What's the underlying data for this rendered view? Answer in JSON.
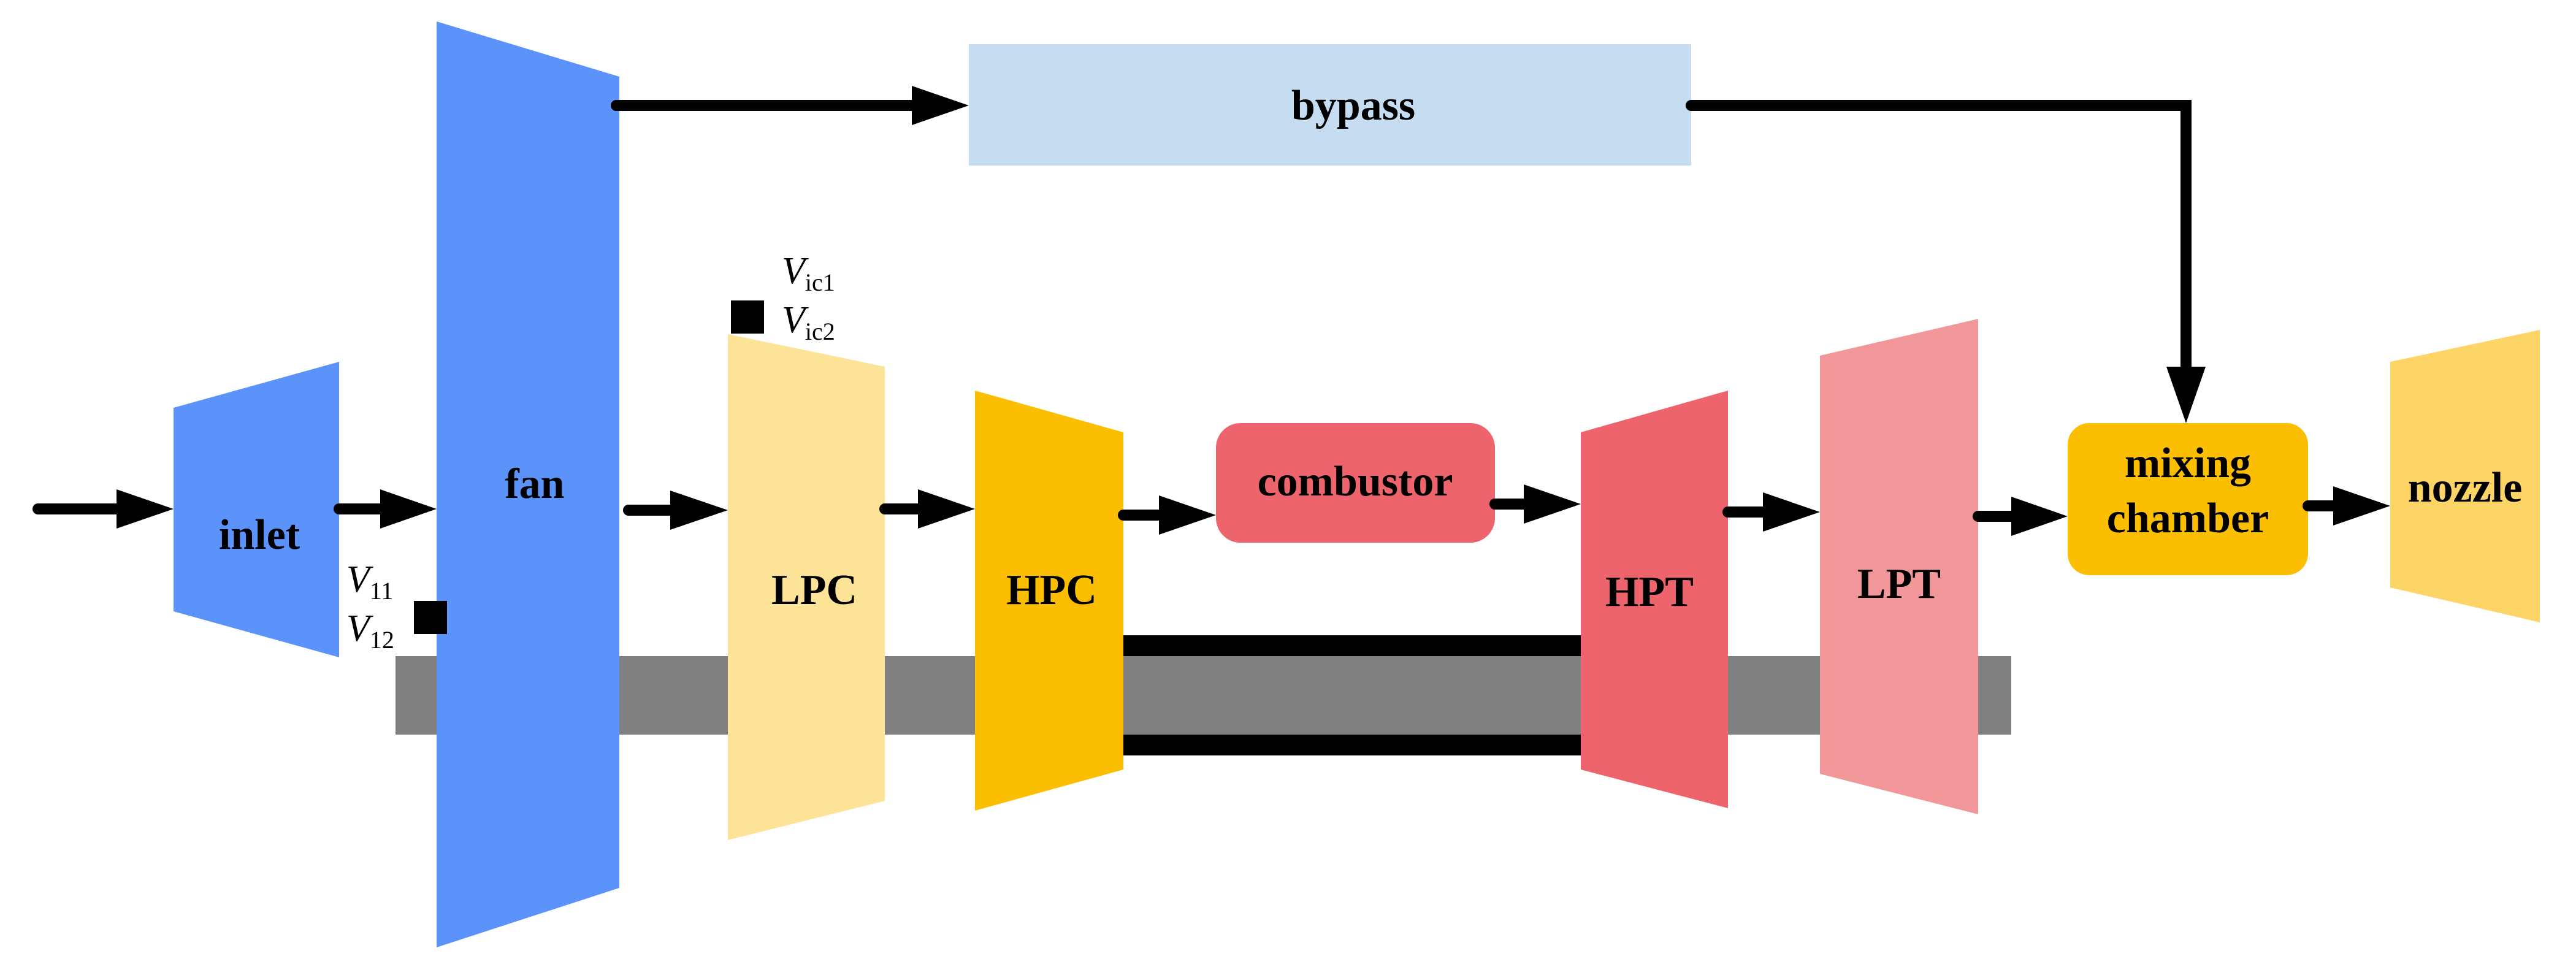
{
  "components": {
    "inlet": "inlet",
    "fan": "fan",
    "bypass": "bypass",
    "lpc": "LPC",
    "hpc": "HPC",
    "combustor": "combustor",
    "hpt": "HPT",
    "lpt": "LPT",
    "mixing_line1": "mixing",
    "mixing_line2": "chamber",
    "nozzle": "nozzle"
  },
  "valves": {
    "fan_v1": {
      "symbol": "V",
      "sub": "11"
    },
    "fan_v2": {
      "symbol": "V",
      "sub": "12"
    },
    "lpc_v1": {
      "symbol": "V",
      "sub": "ic1"
    },
    "lpc_v2": {
      "symbol": "V",
      "sub": "ic2"
    }
  },
  "colors": {
    "blue": "#5b93fb",
    "light_blue": "#c5dcf1",
    "light_yellow": "#fde397",
    "amber": "#fcbe00",
    "nozzle_yellow": "#fdd566",
    "red": "#ee646d",
    "pink": "#f29799",
    "shaft_gray": "#808080",
    "black": "#000000"
  }
}
